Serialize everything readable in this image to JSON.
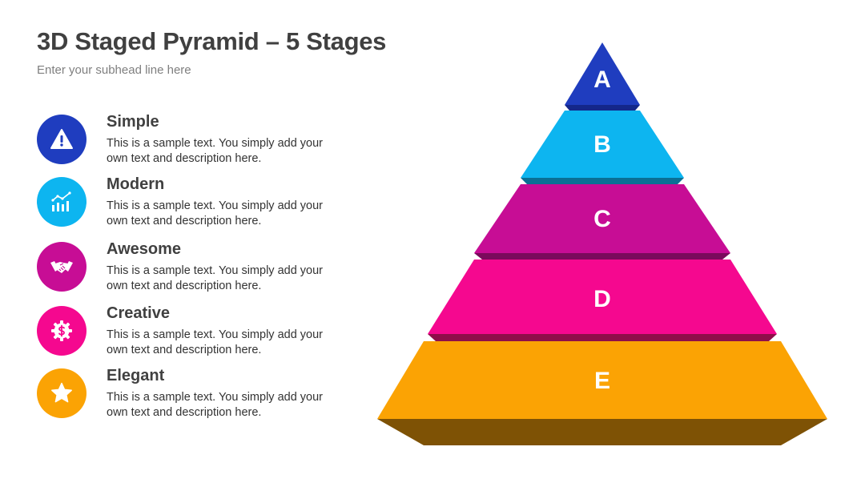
{
  "header": {
    "title": "3D Staged Pyramid – 5 Stages",
    "subtitle": "Enter your subhead line here"
  },
  "items": [
    {
      "title": "Simple",
      "desc": "This is a sample text. You simply add your own text and description here.",
      "icon": "warning-icon",
      "color": "#1F3DBF"
    },
    {
      "title": "Modern",
      "desc": "This is a sample text. You simply add your own text and description here.",
      "icon": "chart-icon",
      "color": "#0DB5F0"
    },
    {
      "title": "Awesome",
      "desc": "This is a sample text. You simply add your own text and description here.",
      "icon": "handshake-icon",
      "color": "#C70D95"
    },
    {
      "title": "Creative",
      "desc": "This is a sample text. You simply add your own text and description here.",
      "icon": "gear-dollar-icon",
      "color": "#F5088F"
    },
    {
      "title": "Elegant",
      "desc": "This is a sample text. You simply add your own text and description here.",
      "icon": "star-icon",
      "color": "#FBA304"
    }
  ],
  "pyramid": {
    "stages": [
      {
        "label": "A",
        "color": "#1F3DBF",
        "shade": "#14278A"
      },
      {
        "label": "B",
        "color": "#0DB5F0",
        "shade": "#0A6F95"
      },
      {
        "label": "C",
        "color": "#C70D95",
        "shade": "#7A0A5C"
      },
      {
        "label": "D",
        "color": "#F5088F",
        "shade": "#8E0E49"
      },
      {
        "label": "E",
        "color": "#FBA304",
        "shade": "#7E5205"
      }
    ]
  }
}
